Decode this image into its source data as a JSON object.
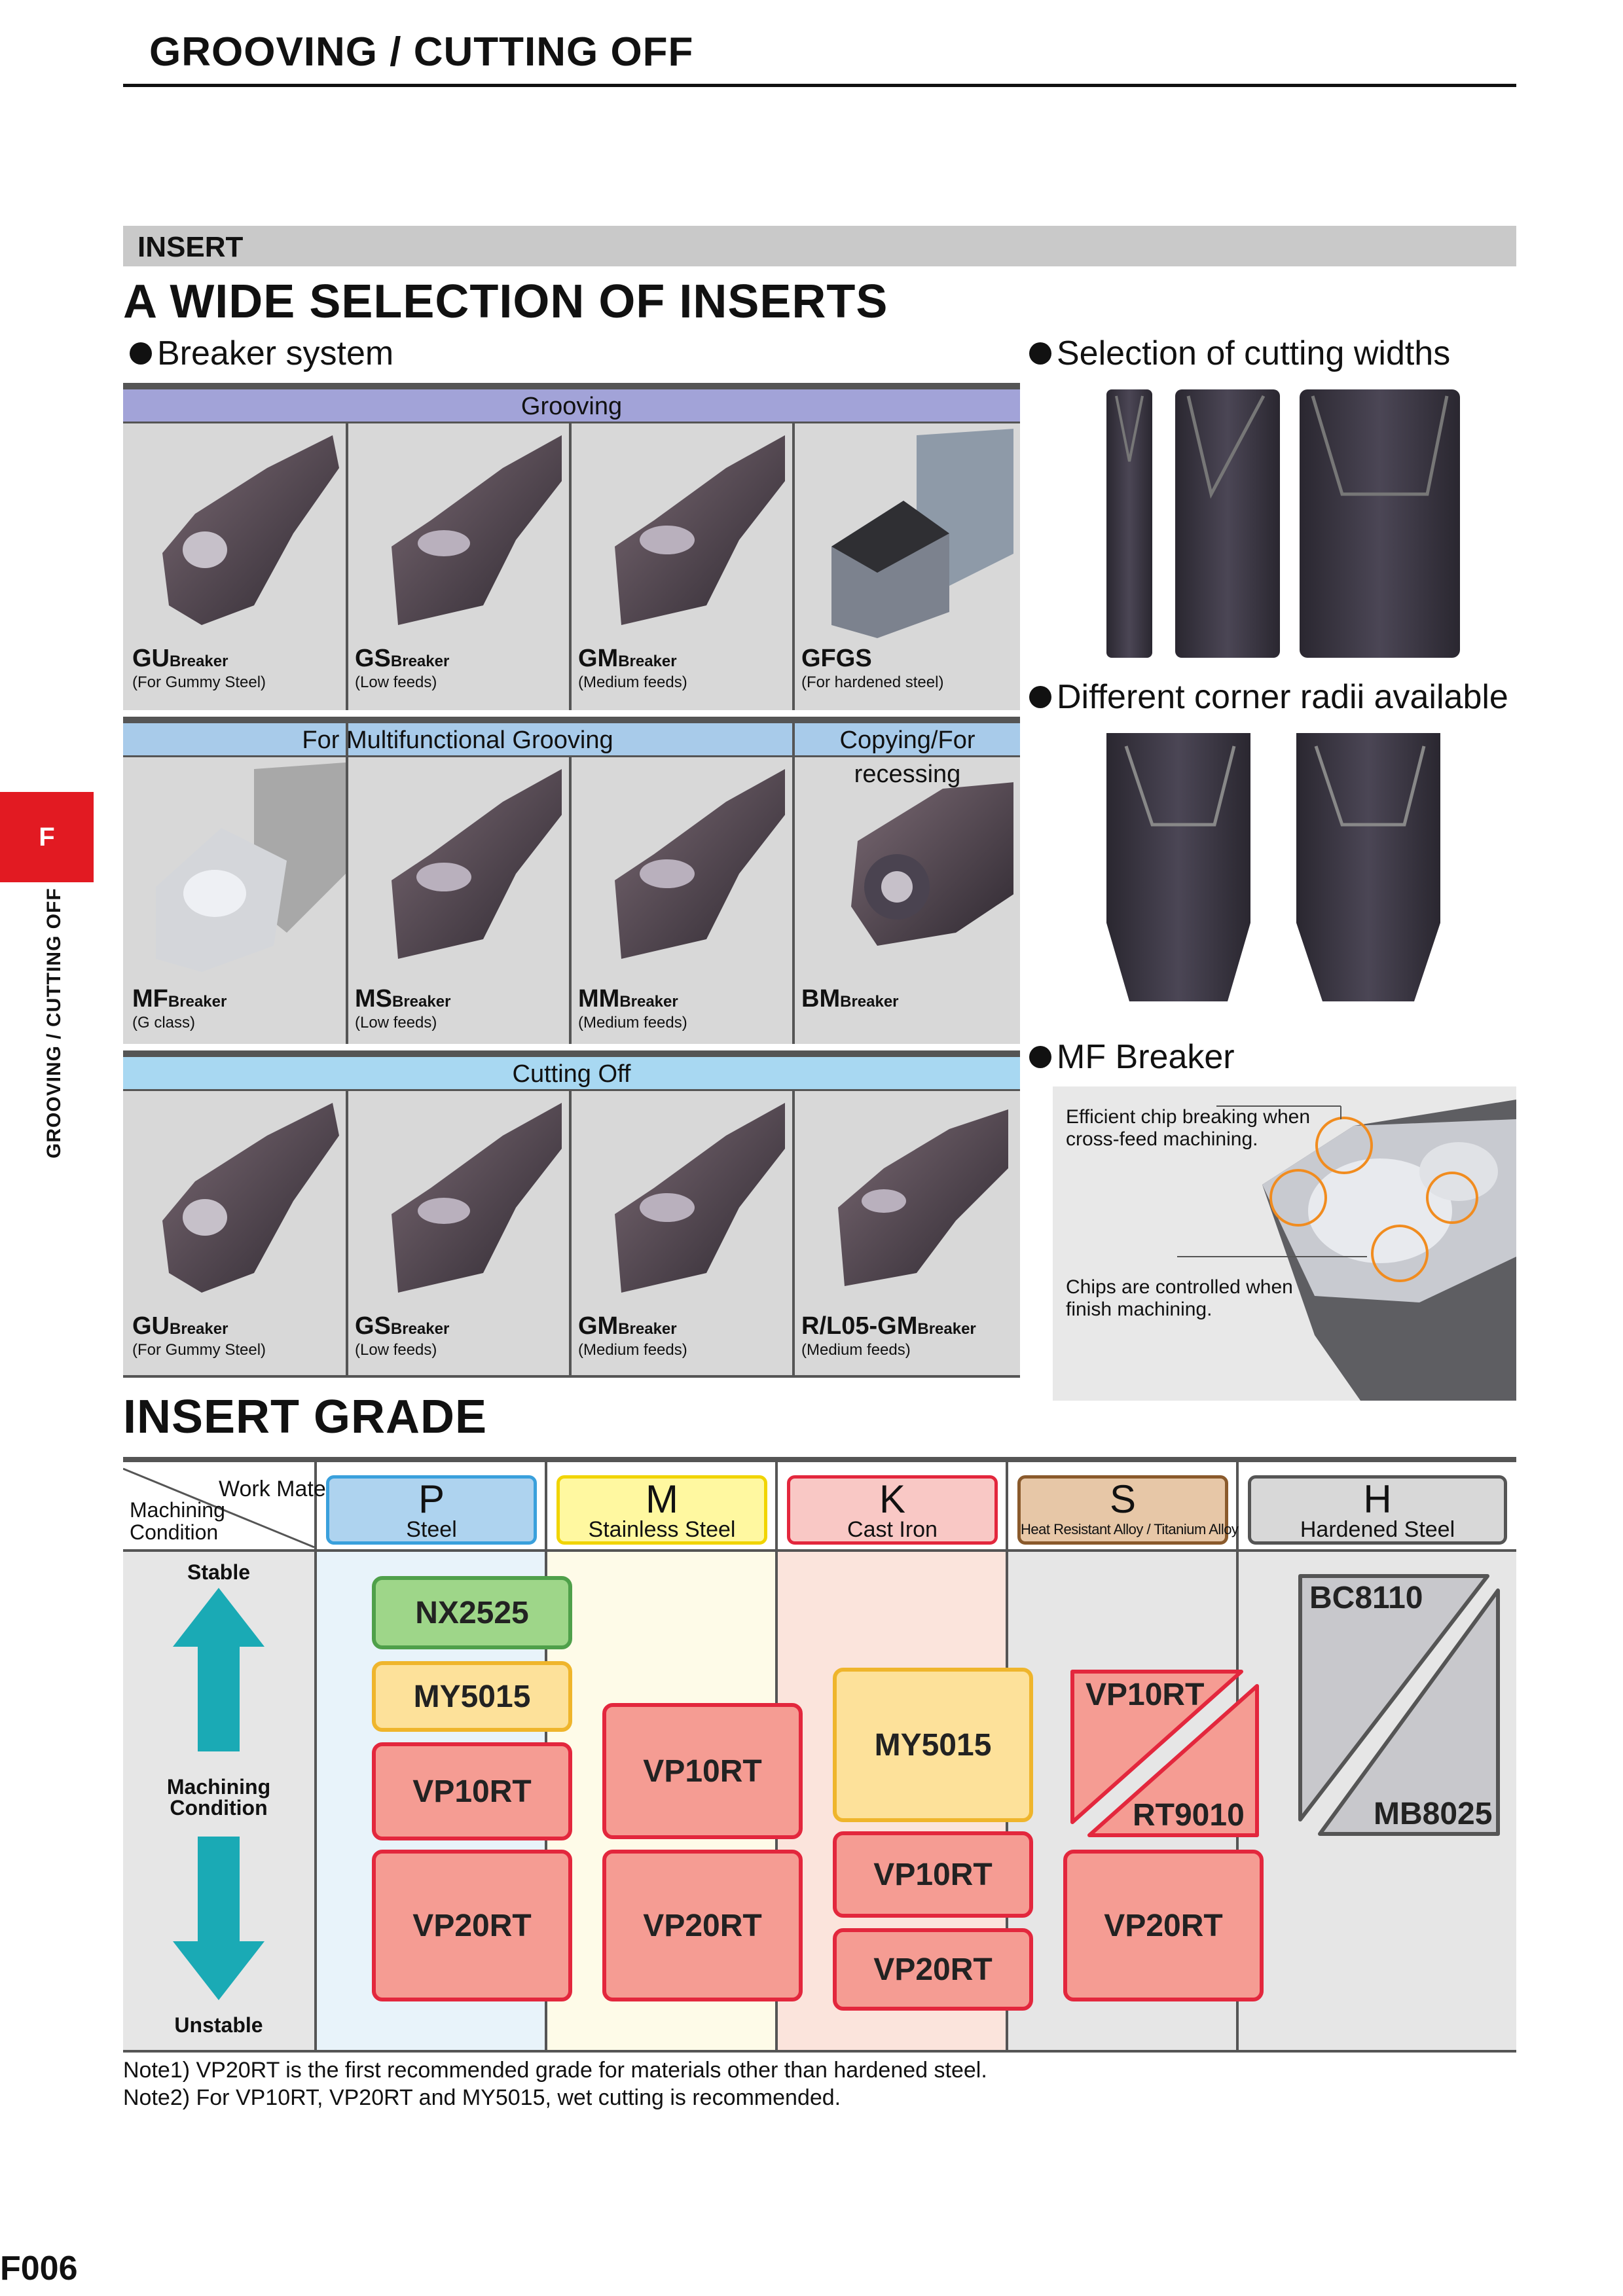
{
  "header": {
    "title": "GROOVING / CUTTING OFF"
  },
  "section": {
    "label": "INSERT"
  },
  "inserts": {
    "heading": "A WIDE SELECTION OF INSERTS",
    "breaker_system": "Breaker system",
    "cutting_widths": "Selection of cutting widths",
    "corner_radii": "Different corner radii available",
    "mf_breaker": "MF Breaker",
    "mf_note_1": "Efficient chip breaking when cross-feed machining.",
    "mf_note_2": "Chips are controlled when finish machining."
  },
  "panels": [
    {
      "bands": [
        {
          "label": "Grooving"
        }
      ],
      "cells": [
        {
          "code": "GU",
          "suffix": "Breaker",
          "desc": "(For Gummy Steel)"
        },
        {
          "code": "GS",
          "suffix": "Breaker",
          "desc": "(Low feeds)"
        },
        {
          "code": "GM",
          "suffix": "Breaker",
          "desc": "(Medium feeds)"
        },
        {
          "code": "GFGS",
          "suffix": "",
          "desc": "(For hardened steel)"
        }
      ]
    },
    {
      "bands": [
        {
          "label": "For Multifunctional Grooving"
        },
        {
          "label": "Copying/For recessing"
        }
      ],
      "cells": [
        {
          "code": "MF",
          "suffix": "Breaker",
          "desc": "(G class)"
        },
        {
          "code": "MS",
          "suffix": "Breaker",
          "desc": "(Low feeds)"
        },
        {
          "code": "MM",
          "suffix": "Breaker",
          "desc": "(Medium feeds)"
        },
        {
          "code": "BM",
          "suffix": "Breaker",
          "desc": ""
        }
      ]
    },
    {
      "bands": [
        {
          "label": "Cutting Off"
        }
      ],
      "cells": [
        {
          "code": "GU",
          "suffix": "Breaker",
          "desc": "(For Gummy Steel)"
        },
        {
          "code": "GS",
          "suffix": "Breaker",
          "desc": "(Low feeds)"
        },
        {
          "code": "GM",
          "suffix": "Breaker",
          "desc": "(Medium feeds)"
        },
        {
          "code": "R/L05-GM",
          "suffix": "Breaker",
          "desc": "(Medium feeds)"
        }
      ]
    }
  ],
  "side_tab": {
    "letter": "F",
    "label": "GROOVING / CUTTING OFF"
  },
  "grade": {
    "heading": "INSERT GRADE",
    "work_material": "Work Material",
    "machining_condition_head": "Machining\nCondition",
    "stable": "Stable",
    "machining_condition": "Machining\nCondition",
    "unstable": "Unstable",
    "columns": [
      {
        "letter": "P",
        "material": "Steel",
        "color": "#aed3ef",
        "border": "#3aa0dc",
        "bg": "#e8f3fa"
      },
      {
        "letter": "M",
        "material": "Stainless Steel",
        "color": "#fff8a0",
        "border": "#f1d400",
        "bg": "#fefbe8"
      },
      {
        "letter": "K",
        "material": "Cast Iron",
        "color": "#f9c8c5",
        "border": "#e3273d",
        "bg": "#fbe4dc"
      },
      {
        "letter": "S",
        "material": "Heat Resistant Alloy / Titanium Alloy",
        "color": "#e7c7a7",
        "border": "#8a5a2c",
        "bg": "#e6e6e6"
      },
      {
        "letter": "H",
        "material": "Hardened Steel",
        "color": "#d8d8d8",
        "border": "#555555",
        "bg": "#e6e6e6"
      }
    ],
    "p": [
      "NX2525",
      "MY5015",
      "VP10RT",
      "VP20RT"
    ],
    "m": [
      "VP10RT",
      "VP20RT"
    ],
    "k": [
      "MY5015",
      "VP10RT",
      "VP20RT"
    ],
    "s": [
      "VP10RT",
      "RT9010",
      "VP20RT"
    ],
    "h": [
      "BC8110",
      "MB8025"
    ]
  },
  "notes": {
    "note1": "Note1) VP20RT is the first recommended grade for materials other than hardened steel.",
    "note2": "Note2) For VP10RT, VP20RT and MY5015, wet cutting is recommended."
  },
  "page_number": "F006"
}
